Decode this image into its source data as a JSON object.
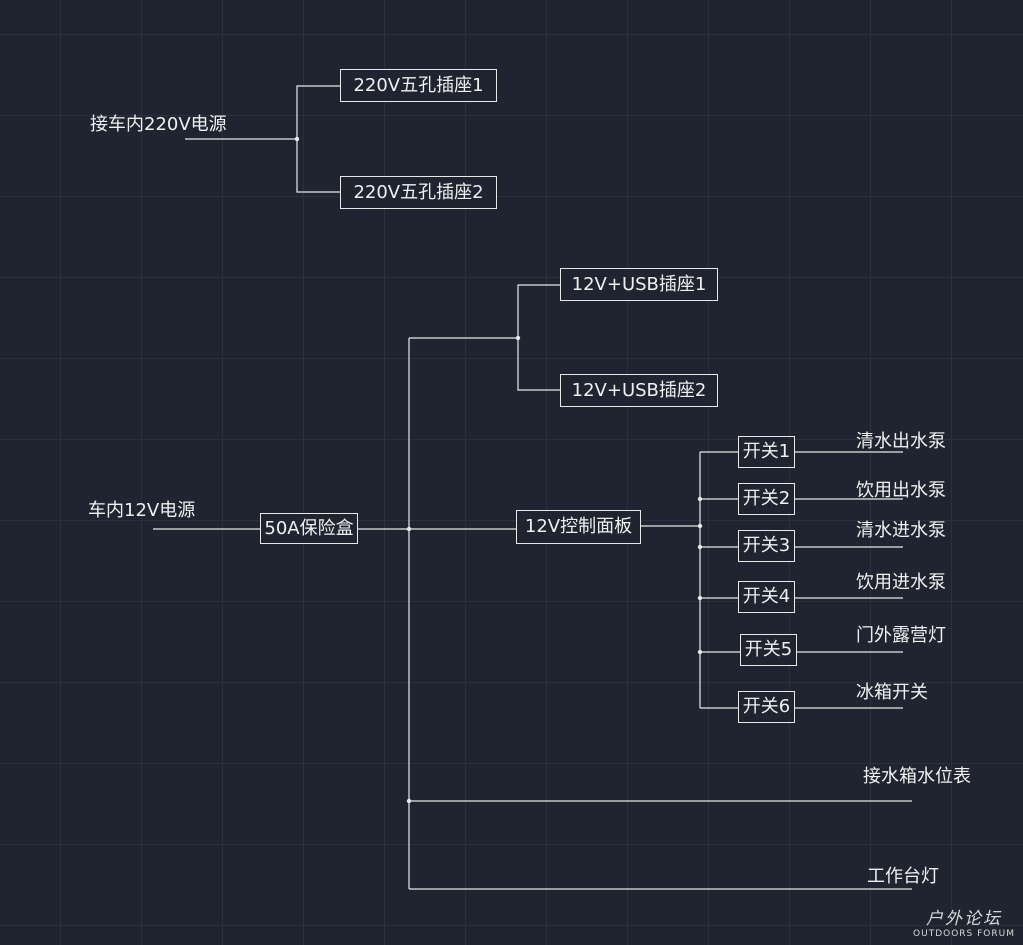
{
  "sources": {
    "ac": "接车内220V电源",
    "dc": "车内12V电源"
  },
  "ac_sockets": [
    "220V五孔插座1",
    "220V五孔插座2"
  ],
  "fuse_box": "50A保险盒",
  "usb_sockets": [
    "12V+USB插座1",
    "12V+USB插座2"
  ],
  "control_panel": "12V控制面板",
  "switches": [
    {
      "label": "开关1",
      "load": "清水出水泵"
    },
    {
      "label": "开关2",
      "load": "饮用出水泵"
    },
    {
      "label": "开关3",
      "load": "清水进水泵"
    },
    {
      "label": "开关4",
      "load": "饮用进水泵"
    },
    {
      "label": "开关5",
      "load": "门外露营灯"
    },
    {
      "label": "开关6",
      "load": "冰箱开关"
    }
  ],
  "direct_loads": [
    "接水箱水位表",
    "工作台灯"
  ],
  "watermark": {
    "cn": "户外论坛",
    "en": "OUTDOORS FORUM"
  },
  "colors": {
    "background": "#1f2430",
    "line": "#e8e8e8"
  }
}
